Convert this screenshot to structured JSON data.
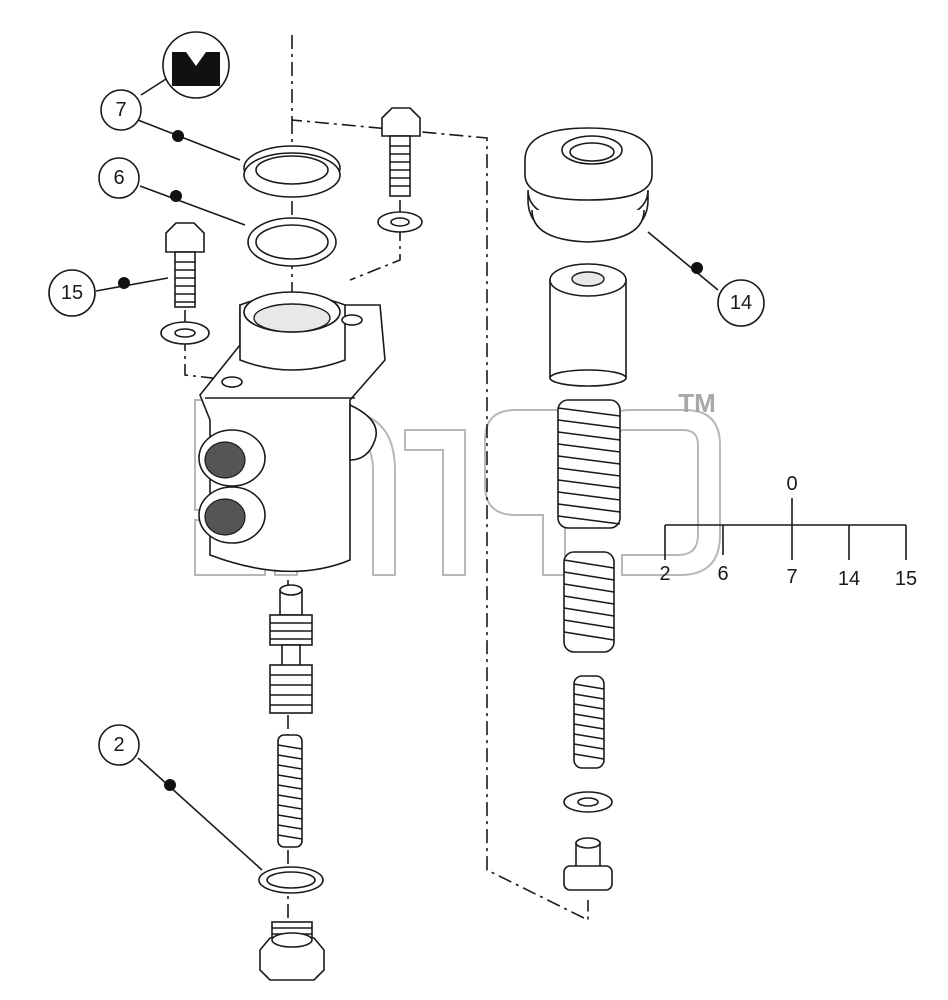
{
  "diagram": {
    "callouts": {
      "c7": "7",
      "c6": "6",
      "c15": "15",
      "c14": "14",
      "c2": "2"
    },
    "tree": {
      "root": "0",
      "children": [
        "2",
        "6",
        "7",
        "14",
        "15"
      ]
    },
    "watermark_tm": "TM",
    "material_icon": "rubber-seal-icon",
    "colors": {
      "line": "#1a1a1a",
      "watermark": "#b8b8b8"
    }
  }
}
